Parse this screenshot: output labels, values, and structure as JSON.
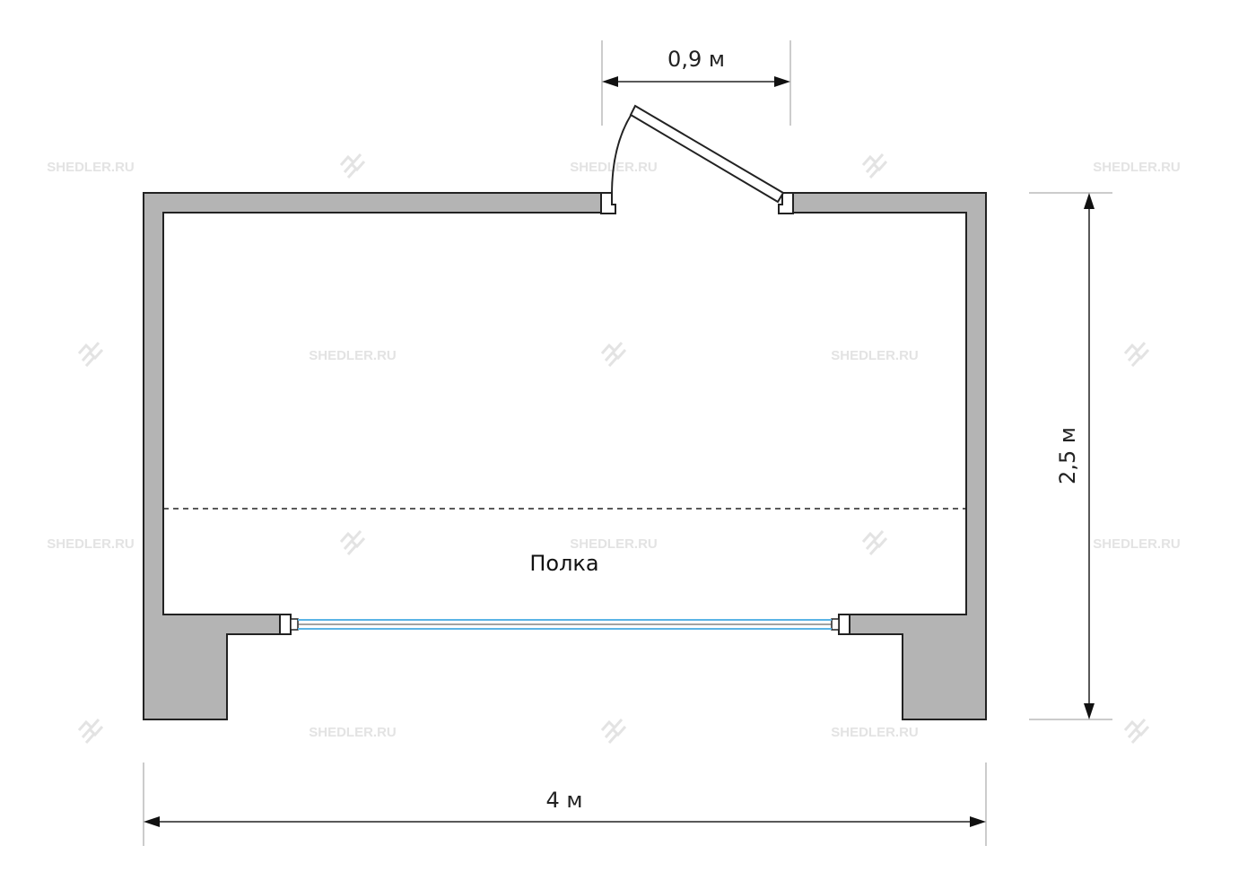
{
  "dimensions": {
    "door_width": "0,9 м",
    "depth": "2,5 м",
    "width": "4 м"
  },
  "labels": {
    "shelf": "Полка"
  },
  "watermark": {
    "text": "SHEDLER.RU",
    "icon": "shedler-logo-icon"
  },
  "colors": {
    "wall": "#b4b4b4",
    "glass": "#5ab4e6",
    "line": "#222222"
  }
}
